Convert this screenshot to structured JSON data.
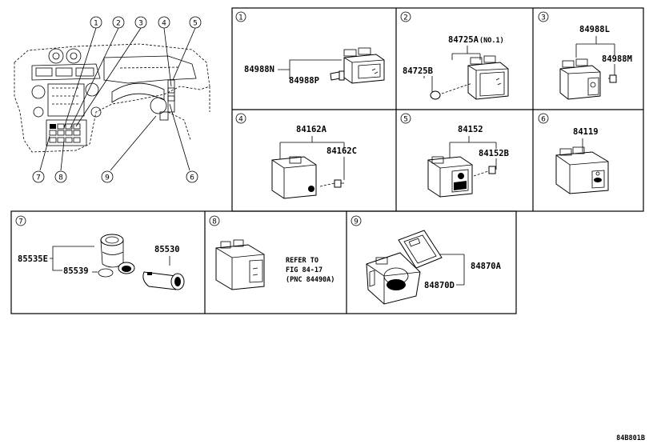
{
  "overview": {
    "callouts": [
      "1",
      "2",
      "3",
      "4",
      "5",
      "6",
      "7",
      "8",
      "9"
    ]
  },
  "panels": [
    {
      "id": "1",
      "labels": [
        "84988N",
        "84988P"
      ]
    },
    {
      "id": "2",
      "labels": [
        "84725A",
        "(NO.1)",
        "84725B"
      ]
    },
    {
      "id": "3",
      "labels": [
        "84988L",
        "84988M"
      ]
    },
    {
      "id": "4",
      "labels": [
        "84162A",
        "84162C"
      ]
    },
    {
      "id": "5",
      "labels": [
        "84152",
        "84152B"
      ]
    },
    {
      "id": "6",
      "labels": [
        "84119"
      ]
    },
    {
      "id": "7",
      "labels": [
        "85535E",
        "85539",
        "85530"
      ]
    },
    {
      "id": "8",
      "labels": [
        "REFER TO",
        "FIG 84-17",
        "(PNC 84490A)"
      ]
    },
    {
      "id": "9",
      "labels": [
        "84870A",
        "84870D"
      ]
    }
  ],
  "figure_code": "84B801B"
}
